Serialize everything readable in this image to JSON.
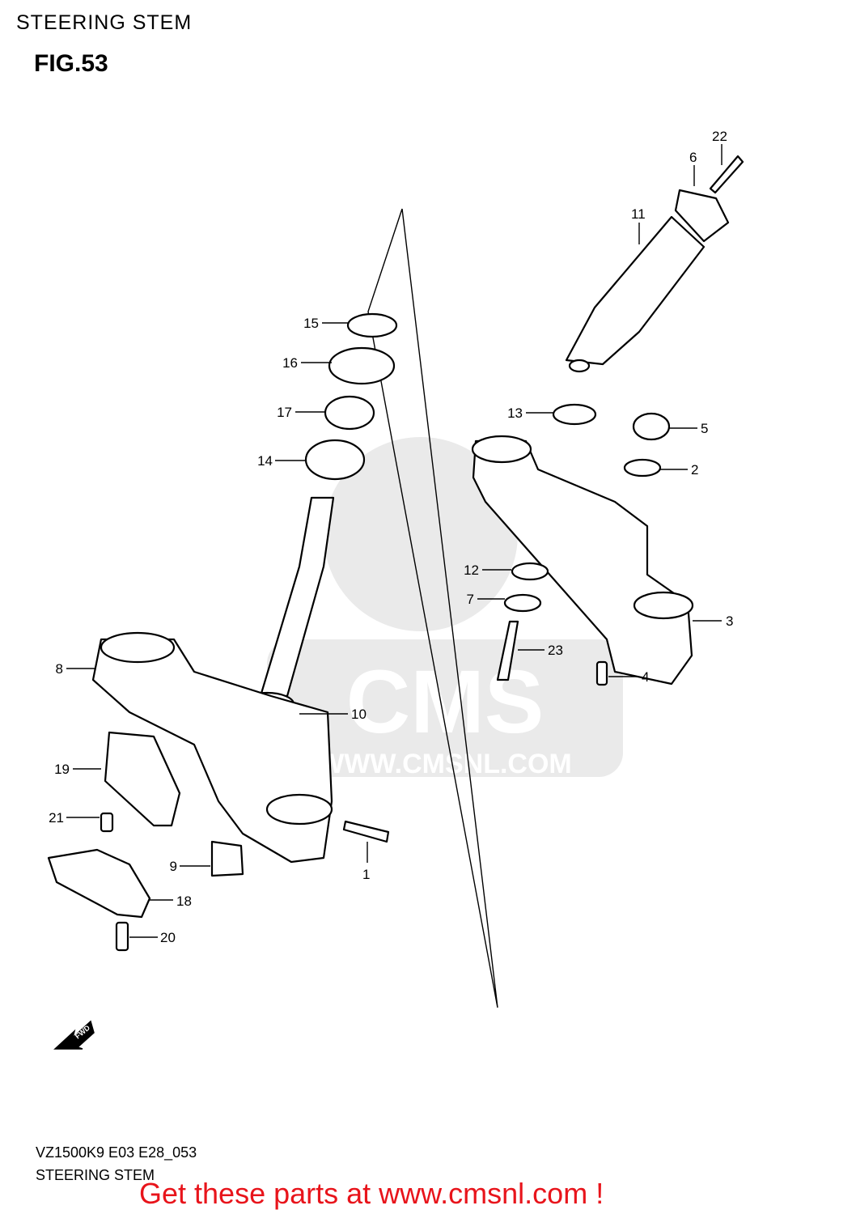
{
  "header": {
    "title": "STEERING STEM",
    "figure": "FIG.53"
  },
  "footer": {
    "model_code": "VZ1500K9 E03 E28_053",
    "section_name": "STEERING STEM",
    "cta_text": "Get these parts at www.cmsnl.com !"
  },
  "watermark": {
    "brand": "CMS",
    "url": "WWW.CMSNL.COM"
  },
  "direction_badge": {
    "label": "FWD",
    "icon": "arrow-down-left-icon"
  },
  "colors": {
    "cta": "#e8141b",
    "watermark": "#d9d9d9"
  },
  "callouts": [
    {
      "id": "c1",
      "number": "1"
    },
    {
      "id": "c2",
      "number": "2"
    },
    {
      "id": "c3",
      "number": "3"
    },
    {
      "id": "c4",
      "number": "4"
    },
    {
      "id": "c5",
      "number": "5"
    },
    {
      "id": "c6",
      "number": "6"
    },
    {
      "id": "c7",
      "number": "7"
    },
    {
      "id": "c8",
      "number": "8"
    },
    {
      "id": "c9",
      "number": "9"
    },
    {
      "id": "c10",
      "number": "10"
    },
    {
      "id": "c11",
      "number": "11"
    },
    {
      "id": "c12",
      "number": "12"
    },
    {
      "id": "c13",
      "number": "13"
    },
    {
      "id": "c14",
      "number": "14"
    },
    {
      "id": "c15",
      "number": "15"
    },
    {
      "id": "c16",
      "number": "16"
    },
    {
      "id": "c17",
      "number": "17"
    },
    {
      "id": "c18",
      "number": "18"
    },
    {
      "id": "c19",
      "number": "19"
    },
    {
      "id": "c20",
      "number": "20"
    },
    {
      "id": "c21",
      "number": "21"
    },
    {
      "id": "c22",
      "number": "22"
    },
    {
      "id": "c23",
      "number": "23"
    }
  ]
}
